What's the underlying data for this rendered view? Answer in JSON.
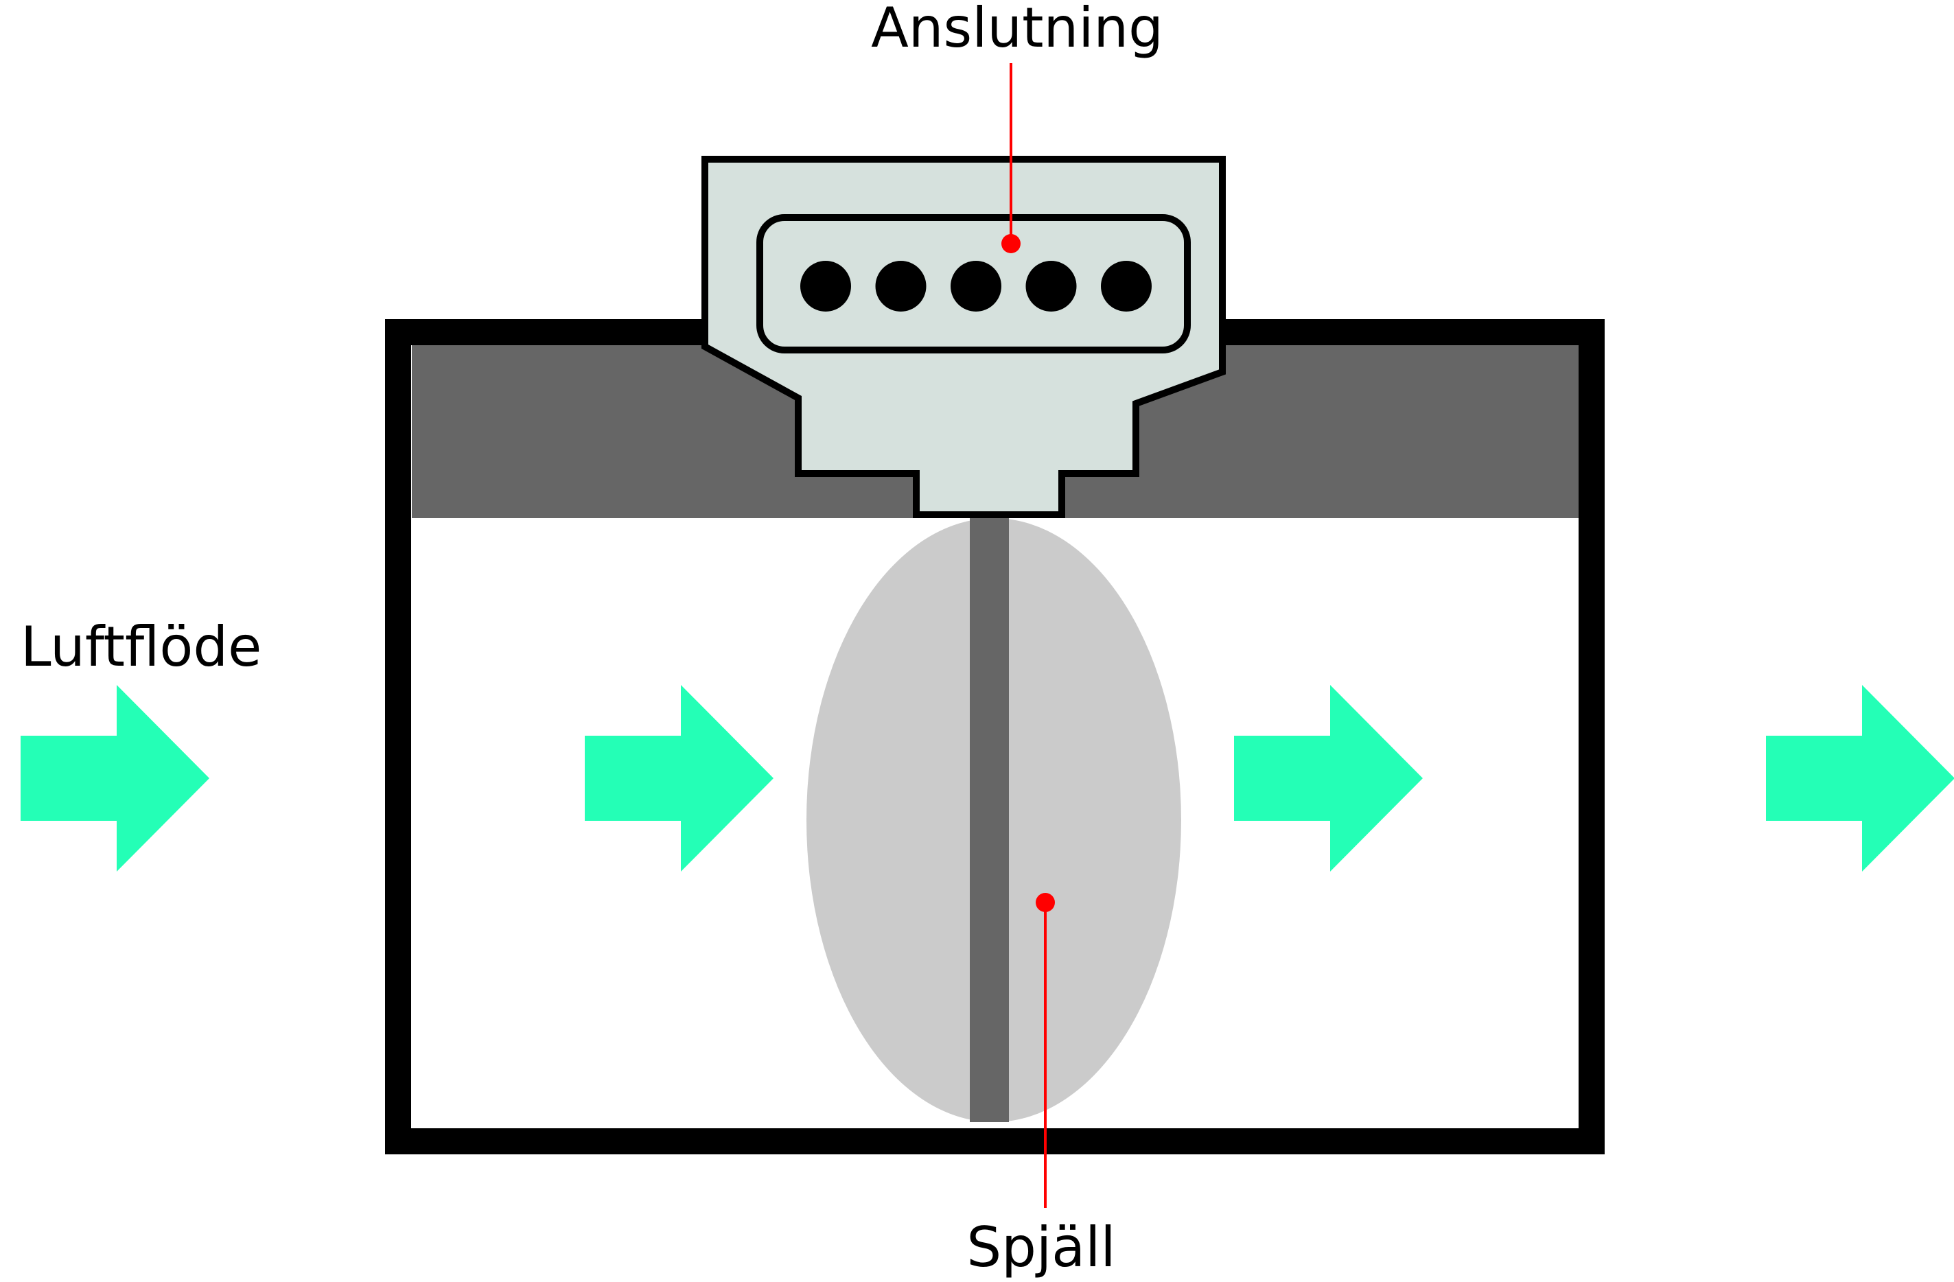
{
  "labels": {
    "airflow": "Luftflöde",
    "connection": "Anslutning",
    "damper": "Spjäll"
  },
  "colors": {
    "background": "#ffffff",
    "frame": "#000000",
    "duct_top_fill": "#666666",
    "connector_fill": "#d6e1dd",
    "damper_fill": "#cbcbcb",
    "damper_shaft": "#666666",
    "arrow_fill": "#24ffb6",
    "pointer": "#ff0000"
  },
  "connector": {
    "pin_count": 5
  },
  "airflow": {
    "arrow_count": 4,
    "direction": "right"
  }
}
